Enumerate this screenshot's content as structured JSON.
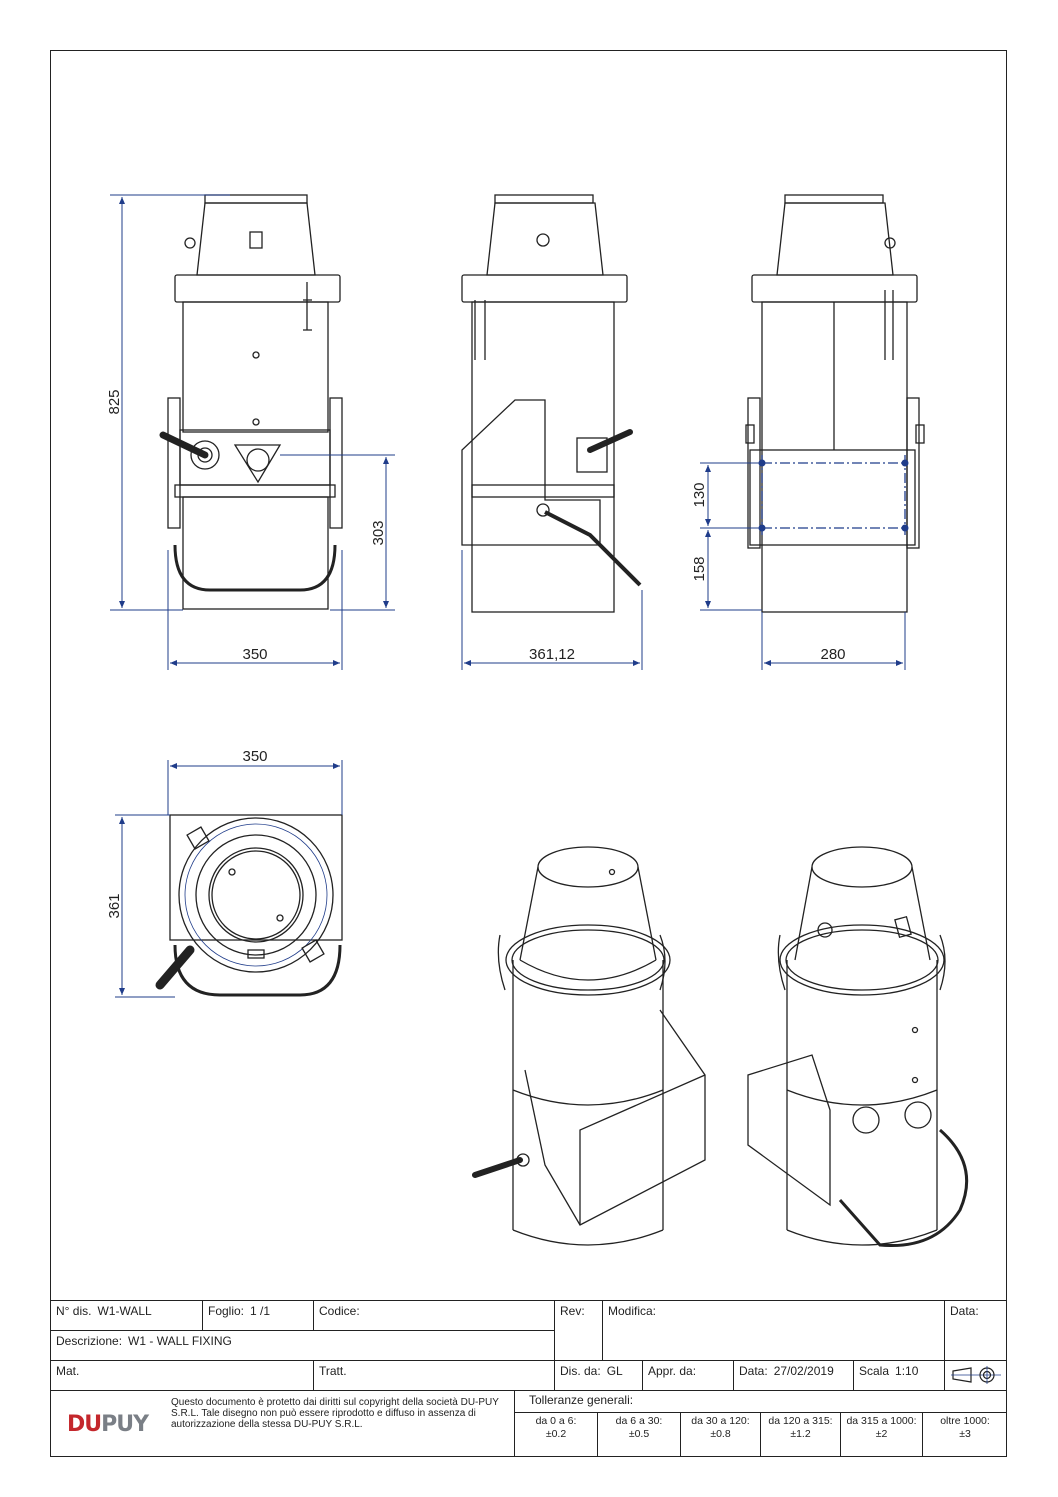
{
  "dimensions": {
    "front_height": "825",
    "front_axis_height": "303",
    "front_width": "350",
    "side_width": "361,12",
    "back_spacing_upper": "130",
    "back_spacing_lower": "158",
    "back_width": "280",
    "top_width": "350",
    "top_depth": "361"
  },
  "title_block": {
    "drawing_no_label": "N° dis.",
    "drawing_no": "W1-WALL",
    "sheet_label": "Foglio:",
    "sheet": "1 /1",
    "code_label": "Codice:",
    "code": "",
    "rev_label": "Rev:",
    "modifica_label": "Modifica:",
    "data_label": "Data:",
    "description_label": "Descrizione:",
    "description": "W1 - WALL FIXING",
    "material_label": "Mat.",
    "treatment_label": "Tratt.",
    "drawn_by_label": "Dis. da:",
    "drawn_by": "GL",
    "approved_label": "Appr. da:",
    "date_label": "Data:",
    "date": "27/02/2019",
    "scale_label": "Scala",
    "scale": "1:10",
    "copyright": "Questo documento è protetto dai diritti sul copyright della società DU-PUY S.R.L. Tale disegno non può essere riprodotto e diffuso in assenza di autorizzazione della stessa DU-PUY S.R.L.",
    "tolerances_title": "Tolleranze generali:",
    "tolerances": [
      {
        "range": "da 0 a 6:",
        "value": "±0.2"
      },
      {
        "range": "da 6 a 30:",
        "value": "±0.5"
      },
      {
        "range": "da 30 a 120:",
        "value": "±0.8"
      },
      {
        "range": "da 120 a 315:",
        "value": "±1.2"
      },
      {
        "range": "da 315 a 1000:",
        "value": "±2"
      },
      {
        "range": "oltre 1000:",
        "value": "±3"
      }
    ]
  },
  "logo": {
    "text_left": "DU",
    "text_right": "PUY"
  },
  "colors": {
    "line": "#222222",
    "dimension": "#1f3c8a",
    "brand_red": "#c4272c",
    "brand_grey": "#7a7f86"
  }
}
